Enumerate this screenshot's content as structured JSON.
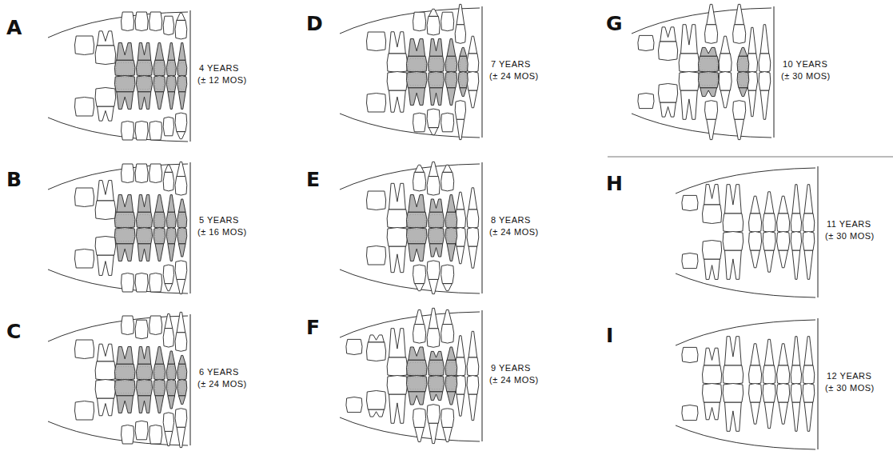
{
  "diagram": {
    "labels": [
      "A",
      "4 YEARS",
      "(± 12 MOS)",
      "B",
      "5 YEARS",
      "(± 16 MOS)",
      "C",
      "6 YEARS",
      "(± 24 MOS)",
      "D",
      "7 YEARS",
      "(± 24 MOS)",
      "E",
      "8 YEARS",
      "(± 24 MOS)",
      "F",
      "9 YEARS",
      "(± 24 MOS)",
      "G",
      "10 YEARS",
      "(± 30 MOS)",
      "H",
      "11 YEARS",
      "(± 30 MOS)",
      "I",
      "12 YEARS",
      "(± 30 MOS)"
    ]
  }
}
